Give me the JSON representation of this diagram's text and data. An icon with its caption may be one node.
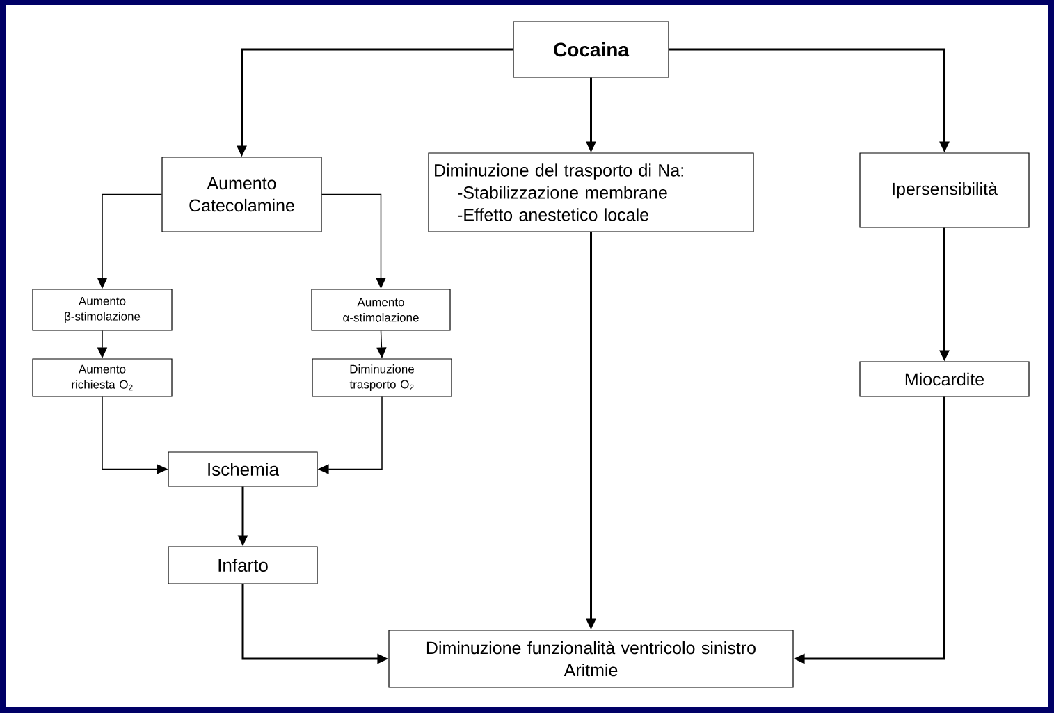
{
  "diagram": {
    "nodes": [
      {
        "text": [
          "Cocaina"
        ]
      },
      {
        "text": [
          "Aumento Catecolamine"
        ]
      },
      {
        "text": [
          "Diminuzione del trasporto di Na:",
          "-Stabilizzazione membrane",
          "-Effetto anestetico locale"
        ]
      },
      {
        "text": [
          "Ipersensibilità"
        ]
      },
      {
        "text": [
          "Aumento β-stimolazione"
        ]
      },
      {
        "text": [
          "Aumento α-stimolazione"
        ]
      },
      {
        "text": [
          "Aumento richiesta O$_{2}$"
        ]
      },
      {
        "text": [
          "Diminuzione trasporto O$_{2}$"
        ]
      },
      {
        "text": [
          "Ischemia"
        ]
      },
      {
        "text": [
          "Infarto"
        ]
      },
      {
        "text": [
          "Miocardite"
        ]
      },
      {
        "text": [
          "Diminuzione funzionalità ventricolo sinistro",
          "Aritmie"
        ]
      }
    ],
    "edges": [
      {
        "from": 0,
        "to": 1,
        "arrow": "to"
      },
      {
        "from": 0,
        "to": 2,
        "arrow": "to"
      },
      {
        "from": 0,
        "to": 3,
        "arrow": "to"
      },
      {
        "from": 1,
        "to": 4,
        "arrow": "to"
      },
      {
        "from": 1,
        "to": 5,
        "arrow": "to"
      },
      {
        "from": 4,
        "to": 6,
        "arrow": "to"
      },
      {
        "from": 5,
        "to": 7,
        "arrow": "to"
      },
      {
        "from": 6,
        "to": 8,
        "arrow": "to"
      },
      {
        "from": 7,
        "to": 8,
        "arrow": "to"
      },
      {
        "from": 8,
        "to": 9,
        "arrow": "to"
      },
      {
        "from": 9,
        "to": 11,
        "arrow": "to"
      },
      {
        "from": 2,
        "to": 11,
        "arrow": "to"
      },
      {
        "from": 3,
        "to": 10,
        "arrow": "to"
      },
      {
        "from": 10,
        "to": 11,
        "arrow": "to"
      }
    ]
  }
}
